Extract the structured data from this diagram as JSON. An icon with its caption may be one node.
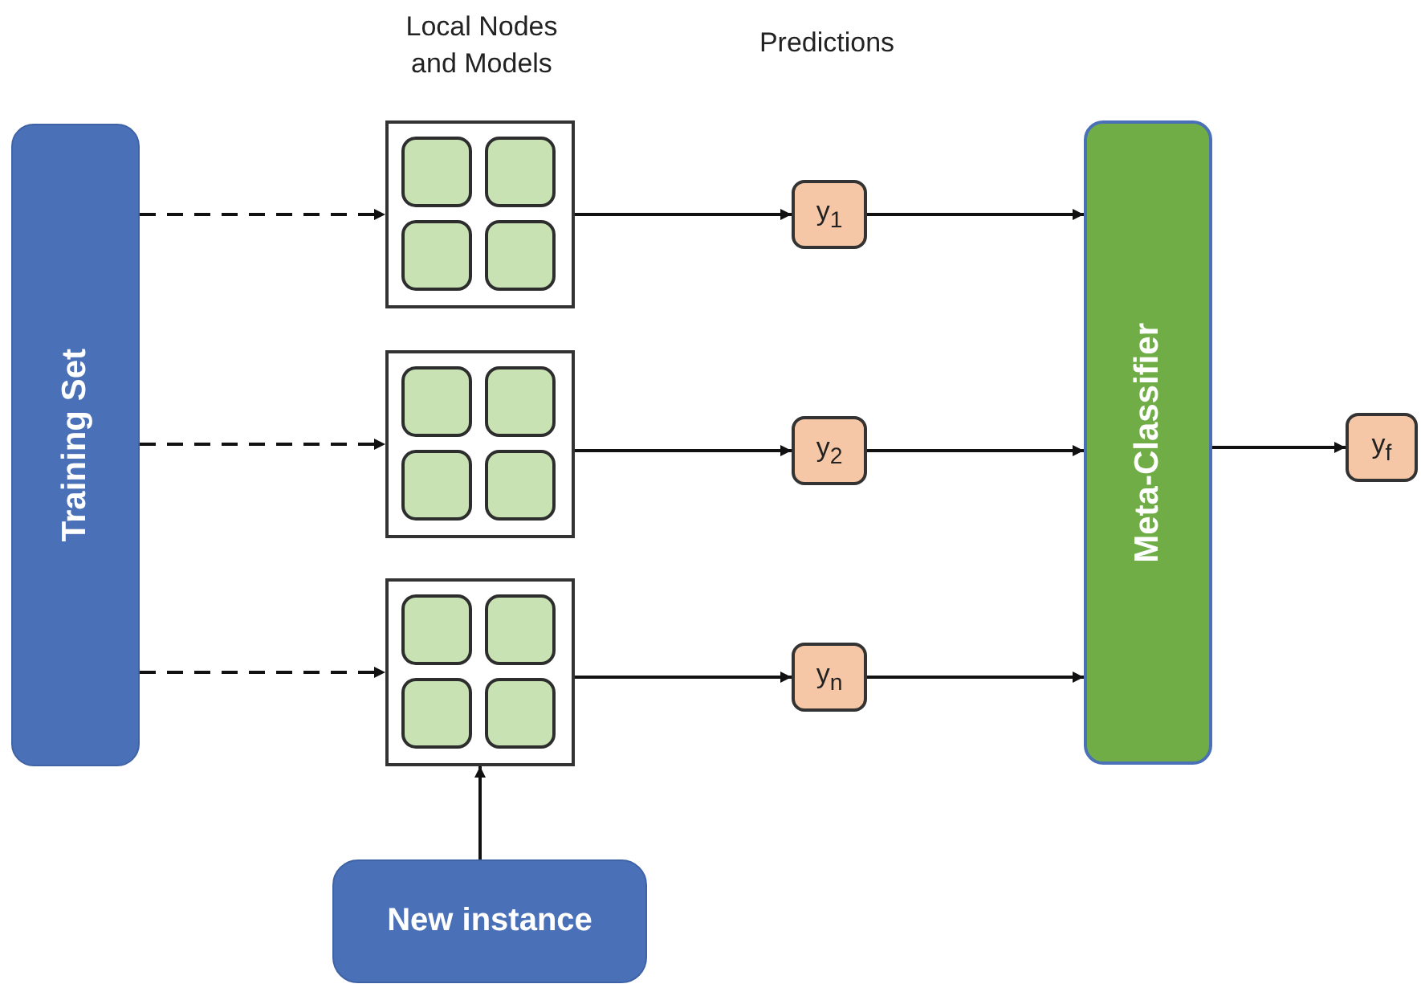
{
  "diagram": {
    "nodes": [
      {
        "text": [
          "Training Set"
        ]
      },
      {
        "text": [],
        "shape": "box"
      },
      {
        "text": [],
        "shape": "box",
        "in": 1
      },
      {
        "text": [],
        "shape": "box",
        "in": 1
      },
      {
        "text": [],
        "shape": "box",
        "in": 1
      },
      {
        "text": [],
        "shape": "box",
        "in": 1
      },
      {
        "text": [
          "y$_{1}$"
        ]
      },
      {
        "text": [
          "Meta-Classifier"
        ]
      },
      {
        "text": [],
        "shape": "box"
      },
      {
        "text": [],
        "shape": "box",
        "in": 8
      },
      {
        "text": [],
        "shape": "box",
        "in": 8
      },
      {
        "text": [],
        "shape": "box",
        "in": 8
      },
      {
        "text": [],
        "shape": "box",
        "in": 8
      },
      {
        "text": [
          "y$_{2}$"
        ]
      },
      {
        "text": [
          "y$_{f}$"
        ]
      },
      {
        "text": [],
        "shape": "box"
      },
      {
        "text": [],
        "shape": "box",
        "in": 15
      },
      {
        "text": [],
        "shape": "box",
        "in": 15
      },
      {
        "text": [],
        "shape": "box",
        "in": 15
      },
      {
        "text": [],
        "shape": "box",
        "in": 15
      },
      {
        "text": [
          "y$_{n}$"
        ]
      },
      {
        "text": [
          "New instance"
        ]
      }
    ],
    "edges": [
      {
        "from": 0,
        "to": 1,
        "arrow": "to",
        "style": "dashed"
      },
      {
        "from": 0,
        "to": 8,
        "arrow": "to",
        "style": "dashed"
      },
      {
        "from": 0,
        "to": 15,
        "arrow": "to",
        "style": "dashed"
      },
      {
        "from": 1,
        "to": 6,
        "arrow": "to"
      },
      {
        "from": 8,
        "to": 13,
        "arrow": "to"
      },
      {
        "from": 15,
        "to": 20,
        "arrow": "to"
      },
      {
        "from": 6,
        "to": 7,
        "arrow": "to"
      },
      {
        "from": 13,
        "to": 7,
        "arrow": "to"
      },
      {
        "from": 20,
        "to": 7,
        "arrow": "to"
      },
      {
        "from": 7,
        "to": 14,
        "arrow": "to"
      },
      {
        "from": 21,
        "to": 15,
        "arrow": "to"
      }
    ],
    "labels": [
      "Local Nodes and Models",
      "Predictions"
    ]
  }
}
